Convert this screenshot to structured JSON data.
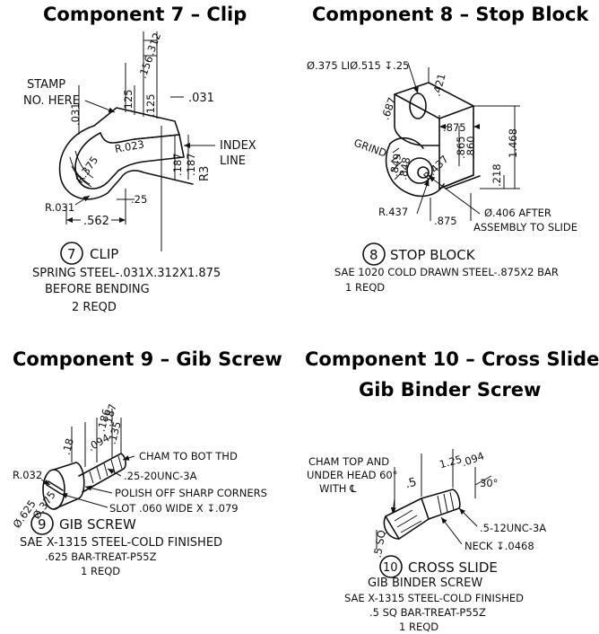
{
  "titles": {
    "c7": "Component 7 – Clip",
    "c8": "Component 8 – Stop Block",
    "c9": "Component 9 – Gib Screw",
    "c10_line1": "Component 10 – Cross Slide",
    "c10_line2": "Gib Binder Screw"
  },
  "clip": {
    "stamp1": "STAMP",
    "stamp2": "NO. HERE",
    "d312": ".312",
    "d156": ".156",
    "d125a": ".125",
    "d125b": ".125",
    "d031a": ".031",
    "d031b": ".031",
    "index1": "INDEX",
    "index2": "LINE",
    "r375": "R.375",
    "r023": "R.023",
    "d187a": ".187",
    "d187b": ".187",
    "r3": "R3",
    "r031": "R.031",
    "d25": ".25",
    "d562": ".562",
    "num": "7",
    "name": "CLIP",
    "mat1": "SPRING STEEL-.031X.312X1.875",
    "mat2": "BEFORE BENDING",
    "qty": "2 REQD"
  },
  "stop": {
    "hole": "Ø.375 LIØ.515 ↧.25",
    "d421": ".421",
    "d687": ".687",
    "d875a": ".875",
    "d865": ".865",
    "d860": ".860",
    "d1468": "1.468",
    "grind": "GRIND",
    "d849": ".849",
    "d848": ".848",
    "r437a": "R.437",
    "d218": ".218",
    "r437b": "R.437",
    "d875b": ".875",
    "after1": "Ø.406 AFTER",
    "after2": "ASSEMBLY TO SLIDE",
    "num": "8",
    "name": "STOP BLOCK",
    "mat": "SAE 1020 COLD DRAWN STEEL-.875X2 BAR",
    "qty": "1 REQD"
  },
  "gib": {
    "d187": ".187",
    "d186": ".186",
    "d135": ".135",
    "d094": ".094",
    "d18": ".18",
    "cham": "CHAM TO BOT THD",
    "r032": "R.032",
    "thread": ".25-20UNC-3A",
    "polish": "POLISH OFF SHARP CORNERS",
    "d625": "Ø.625",
    "d375": "Ø.375",
    "slot": "SLOT .060 WIDE X ↧.079",
    "num": "9",
    "name": "GIB SCREW",
    "mat1": "SAE X-1315 STEEL-COLD FINISHED",
    "mat2": ".625 BAR-TREAT-P55Z",
    "qty": "1 REQD"
  },
  "binder": {
    "cham1": "CHAM TOP AND",
    "cham2": "UNDER HEAD 60°",
    "cham3": "WITH ℄",
    "d125": "1.25",
    "d094": ".094",
    "d5": ".5",
    "d30": "30°",
    "thread": ".5-12UNC-3A",
    "d5sq": ".5 SQ",
    "neck": "NECK ↧.0468",
    "num": "10",
    "name1": "CROSS SLIDE",
    "name2": "GIB BINDER SCREW",
    "mat1": "SAE X-1315 STEEL-COLD FINISHED",
    "mat2": ".5 SQ BAR-TREAT-P55Z",
    "qty": "1 REQD"
  }
}
